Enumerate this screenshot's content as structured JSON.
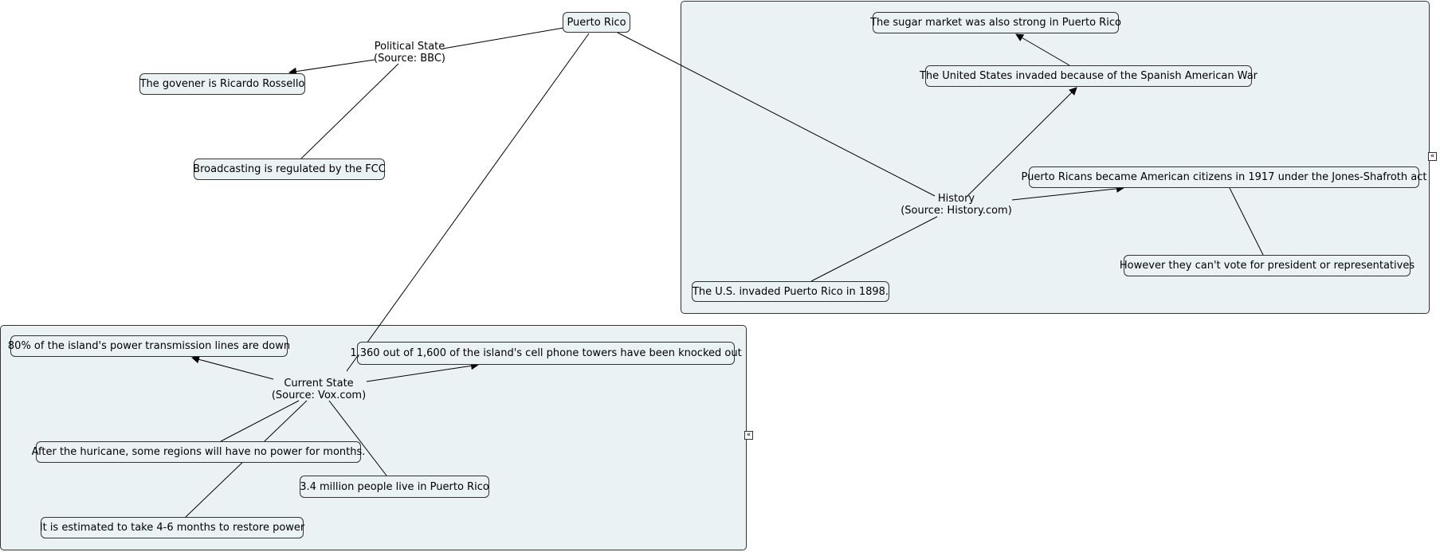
{
  "root": {
    "label": "Puerto Rico"
  },
  "political": {
    "title": "Political State",
    "source": "(Source: BBC)",
    "governor": "The govener is Ricardo Rossello",
    "fcc": "Broadcasting is regulated by the FCC"
  },
  "history": {
    "title": "History",
    "source": "(Source: History.com)",
    "sugar": "The sugar market was also strong in Puerto Rico",
    "invaded_war": "The United States invaded because of the Spanish American War",
    "citizens": "Puerto Ricans became American citizens in 1917 under the Jones-Shafroth act",
    "vote": "However they can't vote for president or representatives",
    "invaded_1898": "The U.S. invaded Puerto Rico in 1898."
  },
  "current": {
    "title": "Current State",
    "source": "(Source: Vox.com)",
    "power_lines": "80% of the island's power transmission lines are down",
    "towers": "1,360 out of 1,600 of the island's cell phone towers have been knocked out",
    "no_power": "After the huricane, some regions will have no power for months.",
    "population": "3.4 million people live in Puerto Rico",
    "restore": "It is estimated to take 4-6 months to restore power"
  },
  "controls": {
    "collapse_glyph": "«"
  }
}
